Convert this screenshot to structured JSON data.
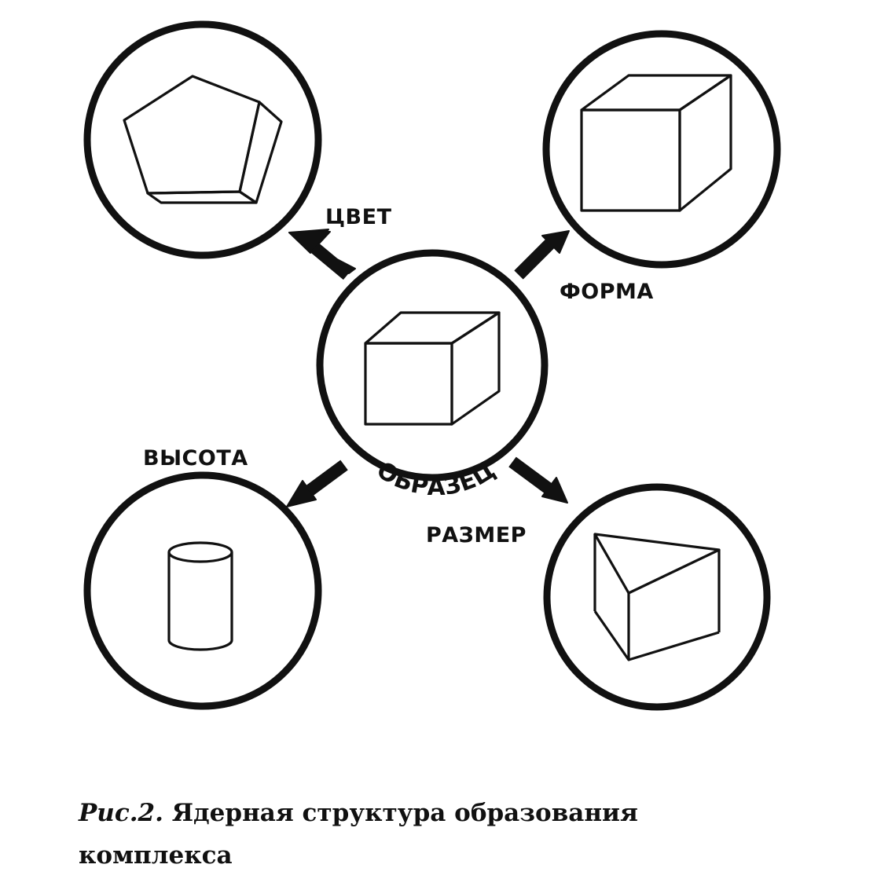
{
  "labels": {
    "center": "ОБРАЗЕЦ",
    "color": "ЦВЕТ",
    "shape": "ФОРМА",
    "height": "ВЫСОТА",
    "size": "РАЗМЕР"
  },
  "caption": {
    "figure": "Рис.2.",
    "text": "Ядерная структура образования",
    "text2": "комплекса"
  }
}
